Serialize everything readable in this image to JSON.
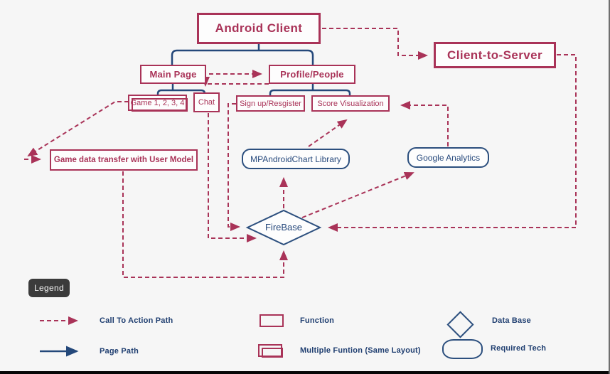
{
  "nodes": {
    "android_client": "Android Client",
    "client_to_server": "Client-to-Server",
    "main_page": "Main Page",
    "profile_people": "Profile/People",
    "games": "Game 1, 2, 3, 4",
    "chat": "Chat",
    "sign_up": "Sign up/Resgister",
    "score_visualization": "Score Visualization",
    "game_data_transfer": "Game data transfer with User Model",
    "mpandroidchart": "MPAndroidChart Library",
    "google_analytics": "Google Analytics",
    "firebase": "FireBase"
  },
  "legend": {
    "title": "Legend",
    "items": [
      {
        "symbol": "dashed-arrow",
        "label": "Call To Action Path"
      },
      {
        "symbol": "solid-arrow",
        "label": "Page Path"
      },
      {
        "symbol": "rect",
        "label": "Function"
      },
      {
        "symbol": "stacked-rect",
        "label": "Multiple Funtion (Same Layout)"
      },
      {
        "symbol": "diamond",
        "label": "Data Base"
      },
      {
        "symbol": "rounded-rect",
        "label": "Required Tech"
      }
    ]
  },
  "colors": {
    "accent_crimson": "#a93358",
    "line_navy": "#24487a",
    "text_navy": "#27497c",
    "legend_text_navy": "#1f3e70",
    "background": "#f6f6f6",
    "legend_badge_bg": "#3b3b3b",
    "frame_black": "#070707"
  }
}
